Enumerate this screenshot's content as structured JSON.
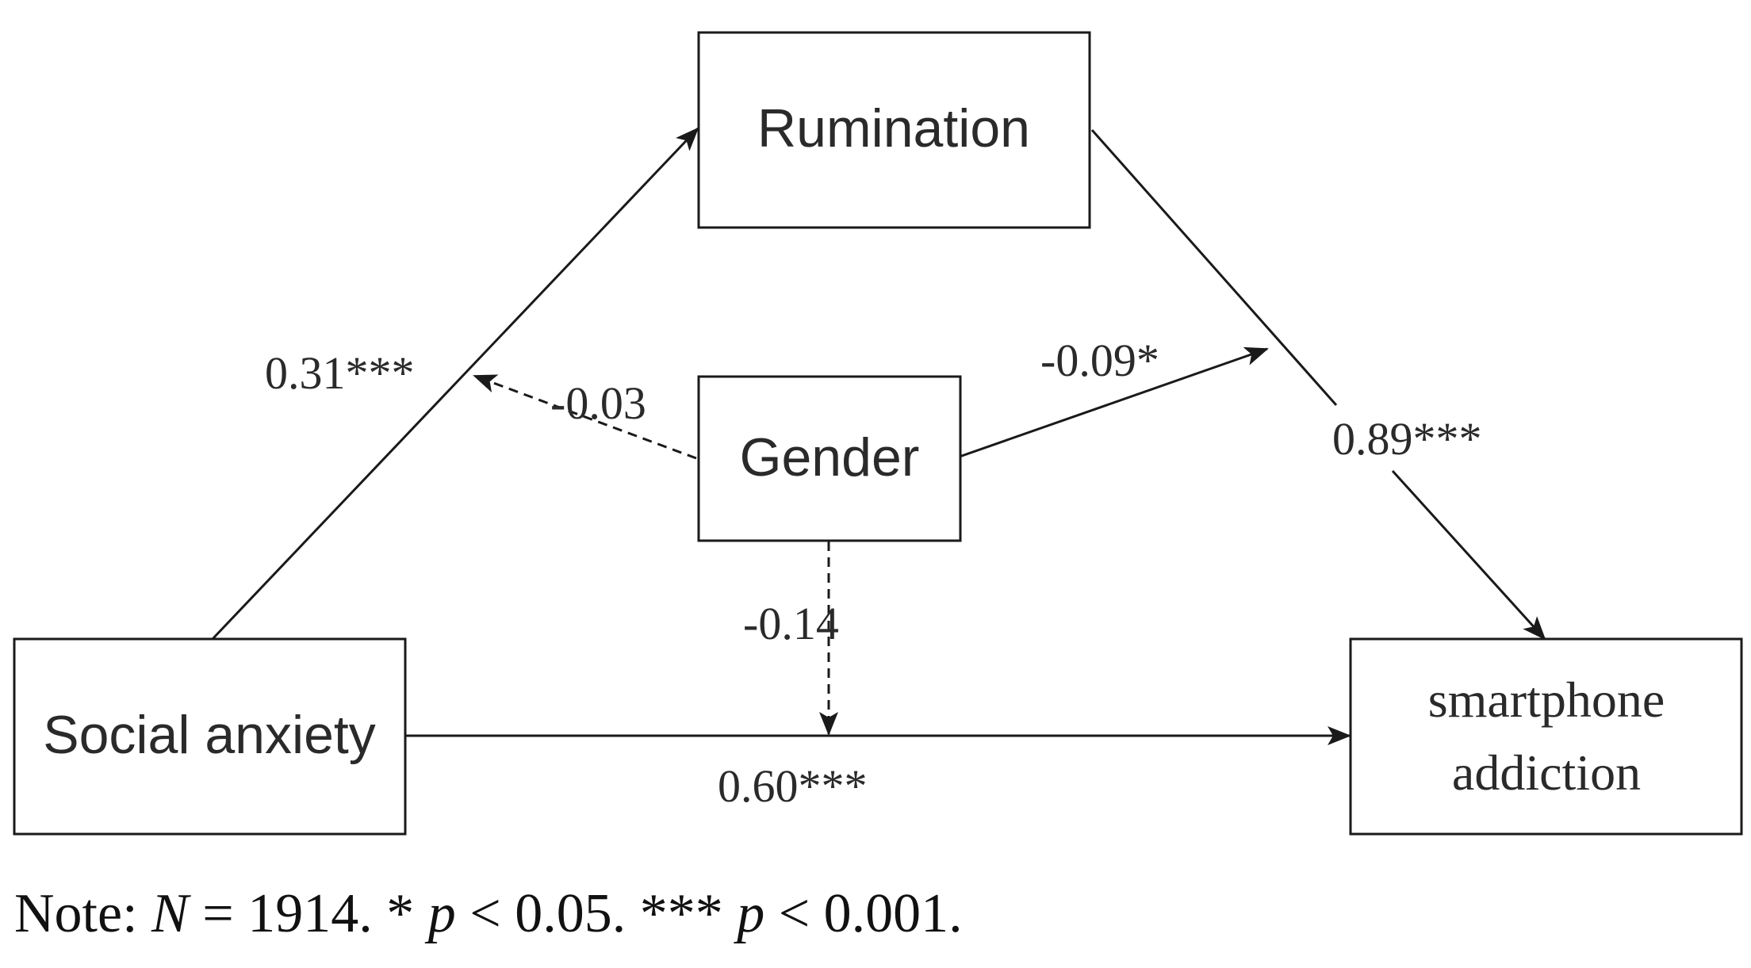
{
  "nodes": {
    "rumination": "Rumination",
    "gender": "Gender",
    "social_anxiety": "Social anxiety",
    "smartphone_addiction_line1": "smartphone",
    "smartphone_addiction_line2": "addiction"
  },
  "paths": {
    "social_anxiety_to_rumination": "0.31***",
    "rumination_to_smartphone_addiction": "0.89***",
    "social_anxiety_to_smartphone_addiction": "0.60***",
    "gender_moderates_a_path": "-0.03",
    "gender_moderates_b_path": "-0.09*",
    "gender_moderates_c_path": "-0.14"
  },
  "note": {
    "prefix": "Note: ",
    "n_symbol": "N",
    "n_value": " = 1914. * ",
    "p1_symbol": "p",
    "p1_value": " < 0.05. *** ",
    "p2_symbol": "p",
    "p2_value": " < 0.001."
  }
}
